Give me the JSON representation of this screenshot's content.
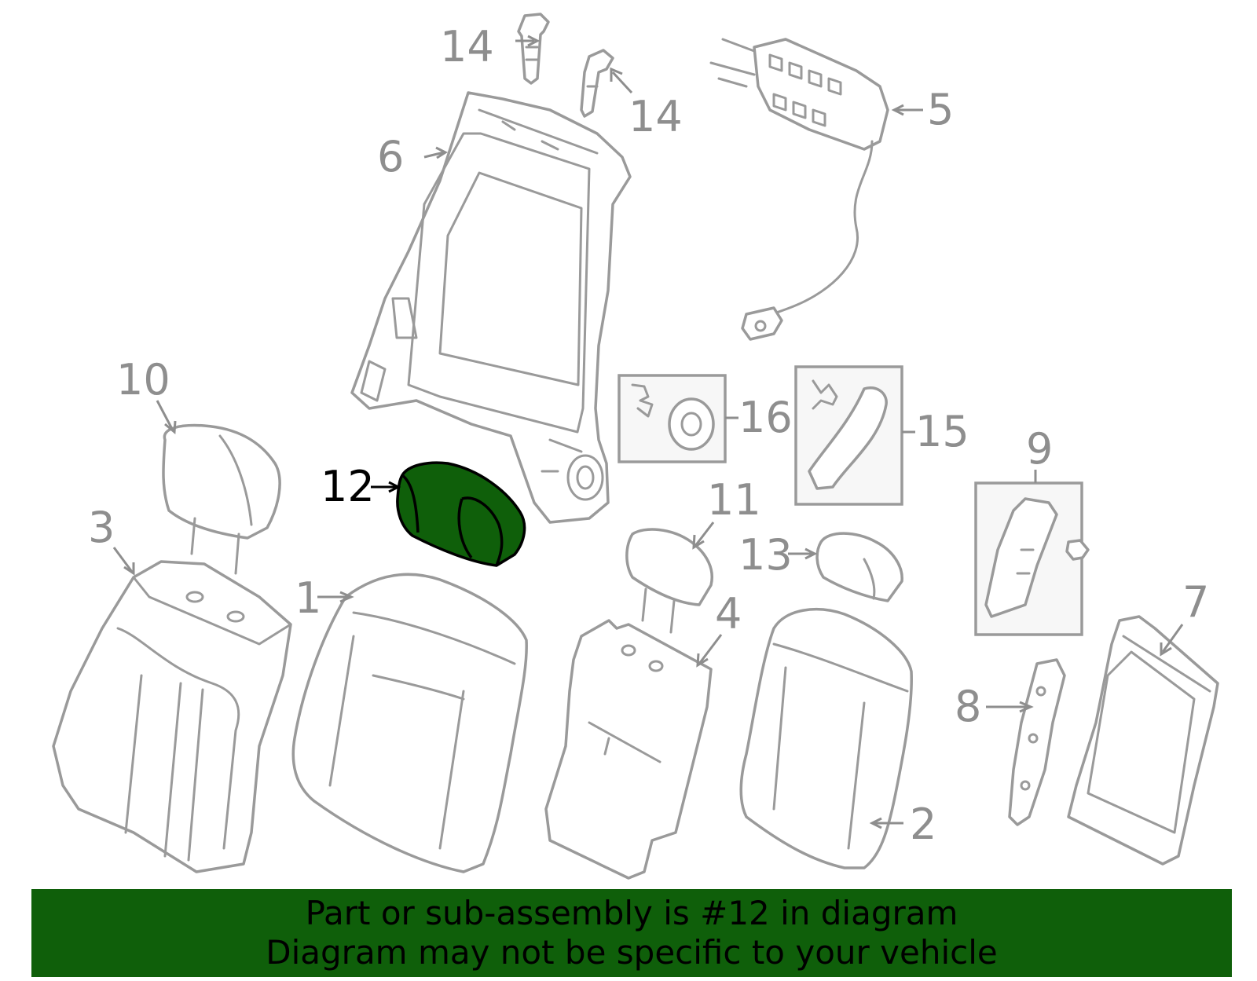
{
  "diagram": {
    "highlight_color": "#0f5f0a",
    "highlighted_part": "12",
    "callouts": {
      "c1": "1",
      "c2": "2",
      "c3": "3",
      "c4": "4",
      "c5": "5",
      "c6": "6",
      "c7": "7",
      "c8": "8",
      "c9": "9",
      "c10": "10",
      "c11": "11",
      "c12": "12",
      "c13": "13",
      "c14a": "14",
      "c14b": "14",
      "c15": "15",
      "c16": "16"
    }
  },
  "banner": {
    "background_color": "#0f5f0a",
    "line1": "Part or sub-assembly is #12 in diagram",
    "line2": "Diagram may not be specific to your vehicle"
  }
}
